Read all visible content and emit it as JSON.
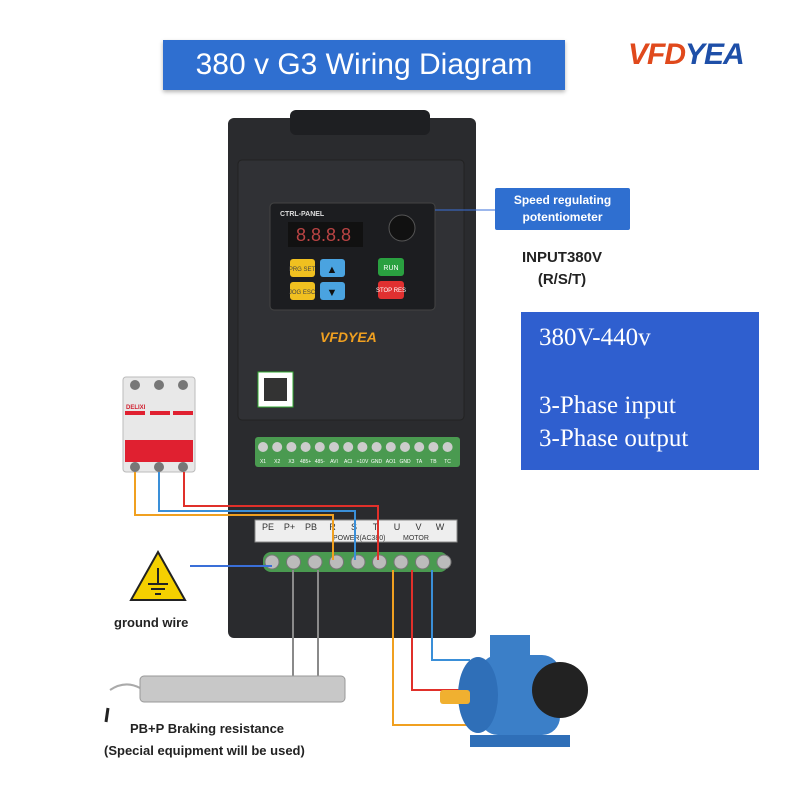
{
  "title": "380 v  G3  Wiring Diagram",
  "logo": {
    "part1": "VFD",
    "part2": "YEA"
  },
  "potentiometer_label": [
    "Speed regulating",
    "potentiometer"
  ],
  "input_label": [
    "INPUT380V",
    "(R/S/T)"
  ],
  "spec_box": {
    "voltage": "380V-440v",
    "input": "3-Phase input",
    "output": "3-Phase output"
  },
  "panel": {
    "title": "CTRL-PANEL",
    "display": "8.8.8.8",
    "prg_button": "PRG SET",
    "jog_button": "JOG ESC",
    "run_button": "RUN",
    "stop_button": "STOP RES",
    "brand": "VFDYEA"
  },
  "breaker_brand": "DELIXI",
  "control_terminals": [
    "X1",
    "X2",
    "X3",
    "485+",
    "485-",
    "AVI",
    "ACI",
    "+10V",
    "GND",
    "AO1",
    "GND",
    "TA",
    "TB",
    "TC"
  ],
  "power_terminals": [
    "PE",
    "P+",
    "PB",
    "R",
    "S",
    "T",
    "U",
    "V",
    "W"
  ],
  "power_group_label": "POWER(AC380)",
  "motor_group_label": "MOTOR",
  "ground_label": "ground wire",
  "braking_label": "PB+P Braking resistance",
  "braking_note": "(Special equipment will be used)",
  "wire_colors": {
    "orange": "#f0a020",
    "blue": "#3a8fd8",
    "red": "#e0302a",
    "gray": "#8a8a8a"
  }
}
